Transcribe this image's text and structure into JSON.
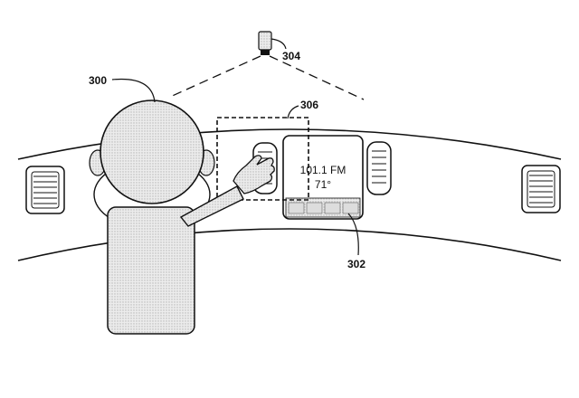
{
  "labels": {
    "occupant": "300",
    "display": "302",
    "sensor": "304",
    "gesture_zone": "306"
  },
  "display_screen": {
    "line1": "101.1 FM",
    "line2": "71°"
  },
  "colors": {
    "stroke": "#111111",
    "stipple": "#d8d8d8",
    "background": "#ffffff"
  }
}
